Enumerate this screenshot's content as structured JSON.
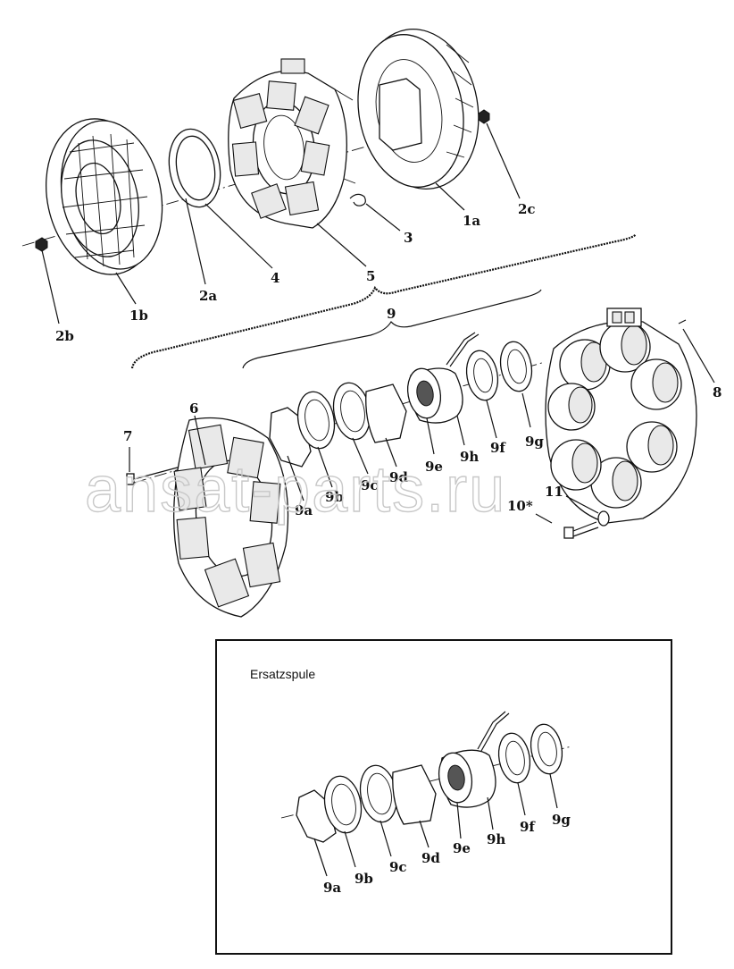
{
  "watermark": "ansat-parts.ru",
  "inset_title": "Ersatzspule",
  "labels": {
    "l1a": "1a",
    "l1b": "1b",
    "l2a": "2a",
    "l2b": "2b",
    "l2c": "2c",
    "l3": "3",
    "l4": "4",
    "l5": "5",
    "l6": "6",
    "l7": "7",
    "l8": "8",
    "l9": "9",
    "l9a": "9a",
    "l9b": "9b",
    "l9c": "9c",
    "l9d": "9d",
    "l9e": "9e",
    "l9f": "9f",
    "l9g": "9g",
    "l9h": "9h",
    "l10": "10*",
    "l11": "11"
  },
  "inset_labels": {
    "l9a": "9a",
    "l9b": "9b",
    "l9c": "9c",
    "l9d": "9d",
    "l9e": "9e",
    "l9f": "9f",
    "l9g": "9g",
    "l9h": "9h"
  }
}
